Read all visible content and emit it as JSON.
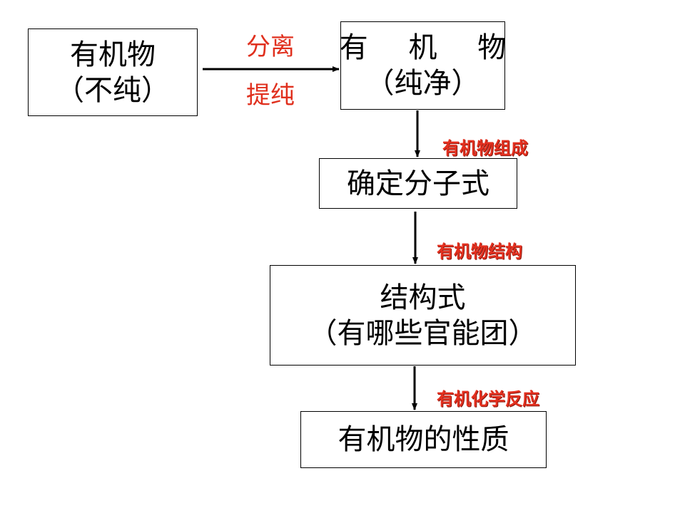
{
  "nodes": {
    "impure": {
      "line1": "有机物",
      "line2": "（不纯）"
    },
    "pure": {
      "line1": "有 机 物",
      "line2": "（纯净）"
    },
    "formula": {
      "line1": "确定分子式"
    },
    "structure": {
      "line1": "结构式",
      "line2": "（有哪些官能团）"
    },
    "properties": {
      "line1": "有机物的性质"
    }
  },
  "edges": {
    "separate": {
      "top": "分离",
      "bottom": "提纯"
    },
    "composition": "有机物组成",
    "structure": "有机物结构",
    "reaction": "有机化学反应"
  },
  "colors": {
    "label_red": "#e0301e",
    "line": "#000000"
  }
}
